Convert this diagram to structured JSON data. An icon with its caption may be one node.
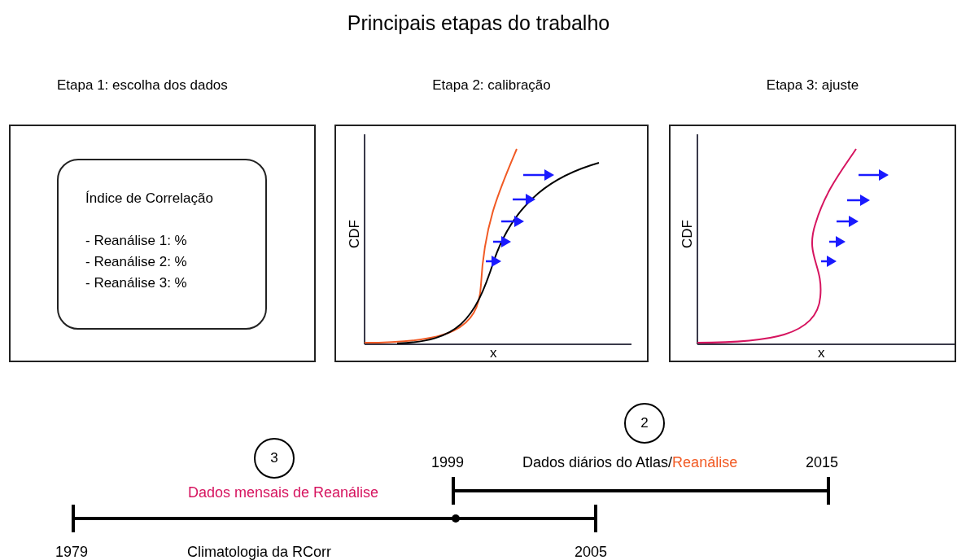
{
  "diagram": {
    "title": "Principais etapas do trabalho",
    "nodes": [
      {
        "text": [
          "Etapa 1: escolha dos dados"
        ]
      },
      {
        "text": [
          "Índice de Correlação",
          "- Reanálise 1: %",
          "- Reanálise 2: %",
          "- Reanálise 3: %"
        ],
        "in": 0
      },
      {
        "text": [
          "Etapa 2: calibração"
        ]
      },
      {
        "text": [
          "Etapa 3: ajuste"
        ]
      },
      {
        "text": [
          "3"
        ]
      },
      {
        "text": [
          "2"
        ]
      }
    ],
    "labels": [
      "CDF",
      "x",
      "CDF",
      "x",
      "1999",
      "Dados diários do Atlas/",
      "Reanálise",
      "2015",
      "Dados mensais de Reanálise",
      "1979",
      "Climatologia da RCorr",
      "2005"
    ]
  }
}
